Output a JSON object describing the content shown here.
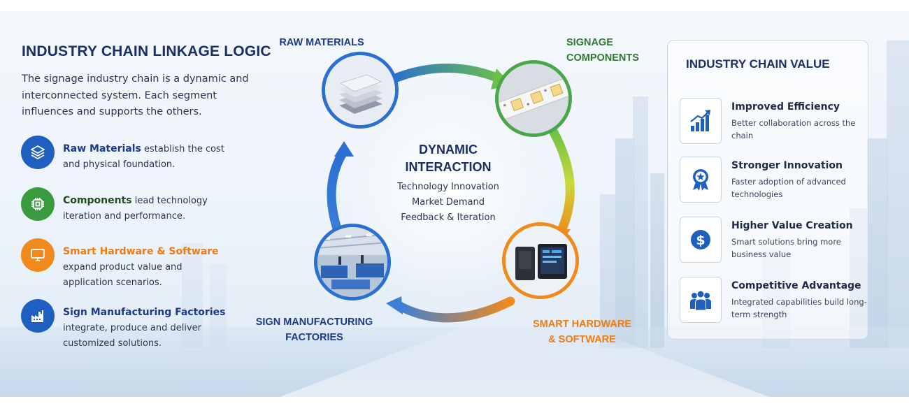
{
  "left": {
    "title": "INDUSTRY CHAIN LINKAGE LOGIC",
    "intro": "The signage industry chain is a dynamic and interconnected system. Each segment influences and supports the others.",
    "segments": [
      {
        "name": "Raw Materials",
        "desc": " establish the cost and physical foundation.",
        "icon": "layers-icon",
        "color": "#1f5fbf",
        "name_color": "#1b3a8c"
      },
      {
        "name": "Components",
        "desc": " lead technology iteration and performance.",
        "icon": "chip-icon",
        "color": "#3a9a3e",
        "name_color": "#1f4d1f"
      },
      {
        "name": "Smart Hardware & Software",
        "desc": " expand product value and application scenarios.",
        "icon": "monitor-icon",
        "color": "#f08a1c",
        "name_color": "#ee7a12"
      },
      {
        "name": "Sign Manufacturing Factories",
        "desc": " integrate, produce and deliver customized solutions.",
        "icon": "factory-icon",
        "color": "#1f5fbf",
        "name_color": "#1b3a8c"
      }
    ]
  },
  "diagram": {
    "center_title": "DYNAMIC INTERACTION",
    "center_items": [
      "Technology Innovation",
      "Market Demand",
      "Feedback & Iteration"
    ],
    "nodes": [
      {
        "label": "RAW MATERIALS",
        "color": "#1b3a8c",
        "ring": "#2a6fd1"
      },
      {
        "label": "SIGNAGE COMPONENTS",
        "color": "#2f7a2f",
        "ring": "#4aa64a"
      },
      {
        "label": "SMART HARDWARE & SOFTWARE",
        "color": "#ee7a12",
        "ring": "#f08a1c"
      },
      {
        "label": "SIGN MANUFACTURING FACTORIES",
        "color": "#1b3a8c",
        "ring": "#2a6fd1"
      }
    ]
  },
  "value": {
    "title": "INDUSTRY CHAIN VALUE",
    "items": [
      {
        "title": "Improved Efficiency",
        "desc": "Better collaboration across the chain",
        "icon": "growth-chart-icon"
      },
      {
        "title": "Stronger Innovation",
        "desc": "Faster adoption of advanced technologies",
        "icon": "award-ribbon-icon"
      },
      {
        "title": "Higher Value Creation",
        "desc": "Smart solutions bring more business value",
        "icon": "dollar-icon"
      },
      {
        "title": "Competitive Advantage",
        "desc": "Integrated capabilities build long-term strength",
        "icon": "team-icon"
      }
    ]
  }
}
